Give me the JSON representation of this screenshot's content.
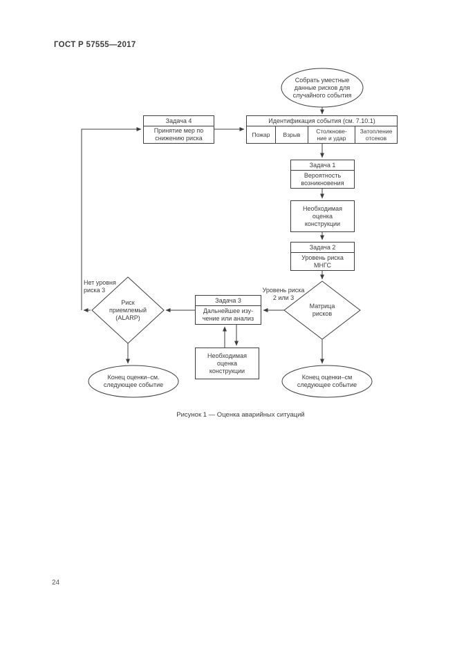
{
  "page": {
    "header": "ГОСТ Р 57555—2017",
    "caption": "Рисунок 1 — Оценка аварийных ситуаций",
    "page_number": "24"
  },
  "colors": {
    "line": "#3c3c3c",
    "text": "#3a3a3a",
    "background": "#ffffff"
  },
  "flowchart": {
    "start_oval": "Собрать уместные\nданные рисков для\nслучайного события",
    "identification": {
      "title": "Идентификация события (см. 7.10.1)",
      "cells": [
        "Пожар",
        "Взрыв",
        "Столкнове-\nние и удар",
        "Затопление\nотсеков"
      ]
    },
    "task4": {
      "title": "Задача 4",
      "body": "Принятие мер по\nснижению риска"
    },
    "task1": {
      "title": "Задача 1",
      "body": "Вероятность\nвозникновения"
    },
    "assessment_upper": "Необходимая\nоценка\nконструкции",
    "task2": {
      "title": "Задача 2",
      "body": "Уровень риска\nМНГС"
    },
    "risk_matrix": "Матрица\nрисков",
    "label_level23": "Уровень риска\n2 или 3",
    "task3": {
      "title": "Задача 3",
      "body": "Дальнейшее изу-\nчение или анализ"
    },
    "assessment_lower": "Необходимая\nоценка\nконструкции",
    "alarp": "Риск\nприемлемый\n(ALARP)",
    "label_no_level3": "Нет уровня\nриска 3",
    "end_left": "Конец оценки–см.\nследующее событие",
    "end_right": "Конец оценки–см\nследующее событие"
  }
}
